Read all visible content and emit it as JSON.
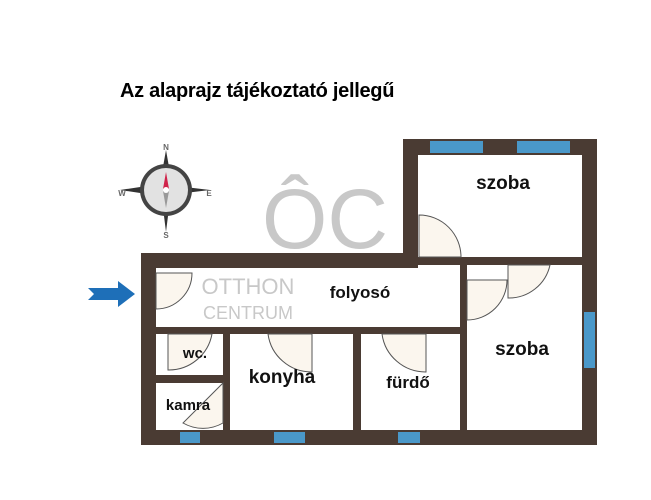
{
  "title": "Az alaprajz tájékoztató jellegű",
  "compass": {
    "n": "N",
    "e": "E",
    "s": "S",
    "w": "W"
  },
  "watermark": {
    "logo": "ÔC",
    "line1": "OTTHON",
    "line2": "CENTRUM"
  },
  "rooms": {
    "szoba_top": "szoba",
    "folyoso": "folyosó",
    "szoba_right": "szoba",
    "wc": "wc.",
    "konyha": "konyha",
    "furdo": "fürdő",
    "kamra": "kamra"
  },
  "colors": {
    "wall": "#4a3b33",
    "window": "#4a98c9",
    "door": "#fbf6ee",
    "arrow": "#1e6fb8",
    "watermark": "#c9c9c9"
  }
}
